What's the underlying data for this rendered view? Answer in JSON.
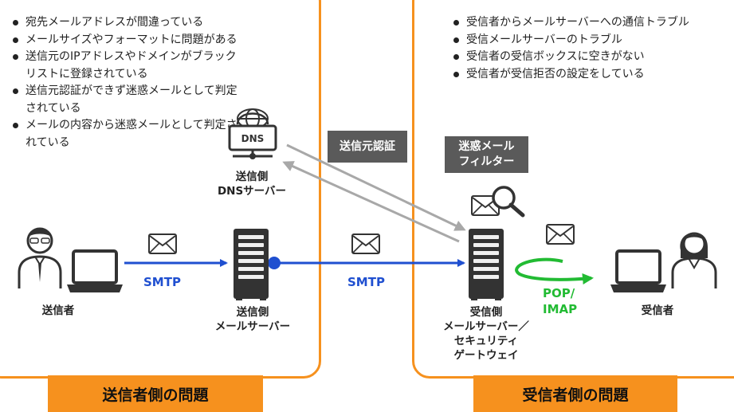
{
  "left_panel": {
    "issues": [
      "宛先メールアドレスが間違っている",
      "メールサイズやフォーマットに問題がある",
      "送信元のIPアドレスやドメインがブラックリストに登録されている",
      "送信元認証ができず迷惑メールとして判定されている",
      "メールの内容から迷惑メールとして判定されている"
    ],
    "footer": "送信者側の問題"
  },
  "right_panel": {
    "issues": [
      "受信者からメールサーバーへの通信トラブル",
      "受信メールサーバーのトラブル",
      "受信者の受信ボックスに空きがない",
      "受信者が受信拒否の設定をしている"
    ],
    "footer": "受信者側の問題"
  },
  "tags": {
    "sender_auth": "送信元認証",
    "spam_filter": "迷惑メール\nフィルター"
  },
  "nodes": {
    "dns_icon_text": "DNS",
    "dns_label": "送信側\nDNSサーバー",
    "sender_label": "送信者",
    "sending_server_label": "送信側\nメールサーバー",
    "receiving_server_label": "受信側\nメールサーバー／\nセキュリティ\nゲートウェイ",
    "receiver_label": "受信者"
  },
  "protocols": {
    "smtp_left": "SMTP",
    "smtp_mid": "SMTP",
    "pop_imap": "POP/\nIMAP"
  },
  "colors": {
    "orange": "#f6911e",
    "blue": "#1f4fd0",
    "green": "#22bb33",
    "gray_arrow": "#a8a8a8",
    "tag_bg": "#5a5a5a"
  }
}
